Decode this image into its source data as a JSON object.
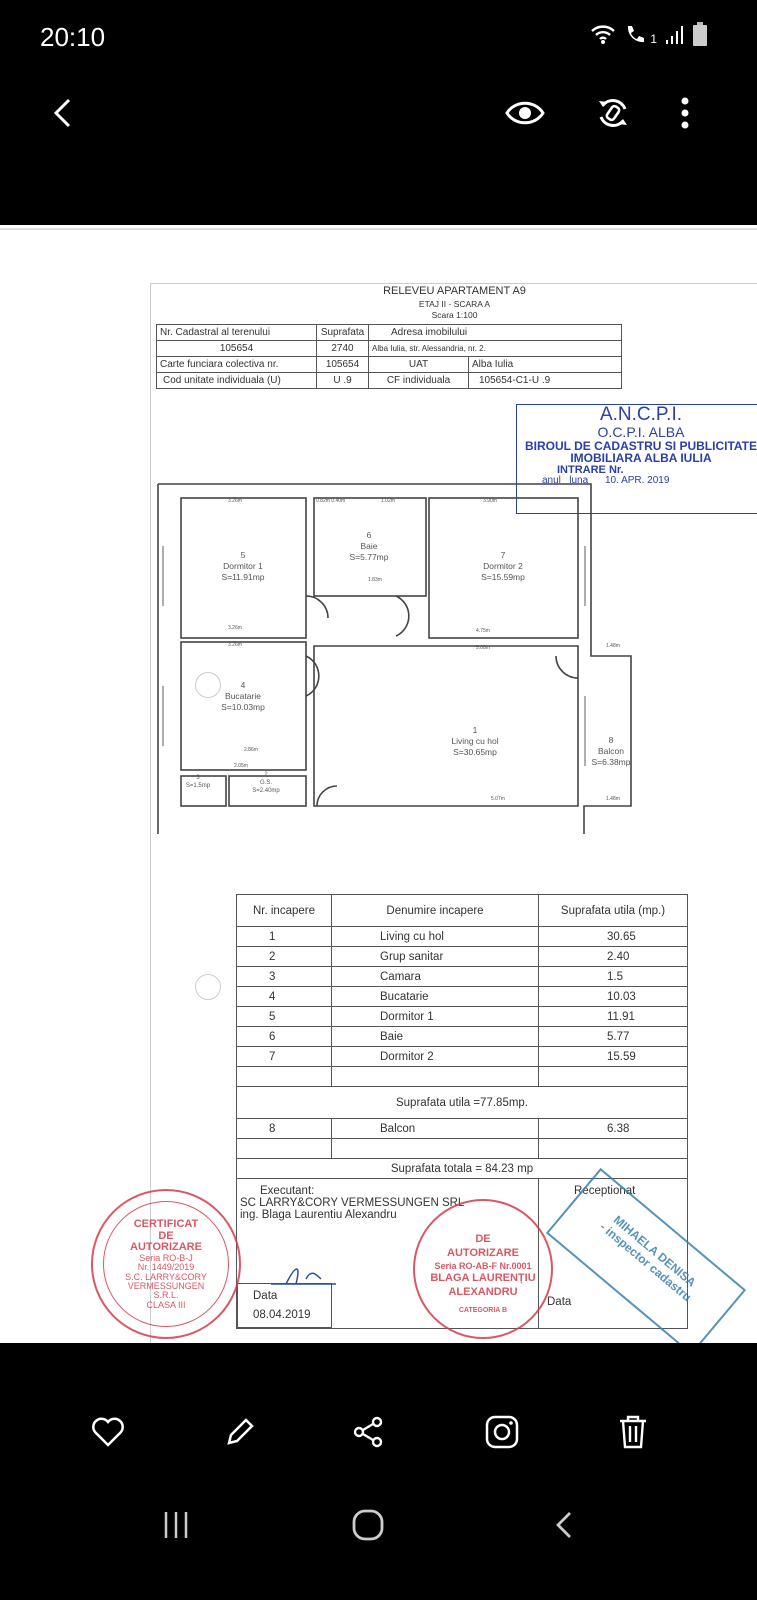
{
  "status_bar": {
    "time": "20:10",
    "sim_slot": "1"
  },
  "top_bar": {
    "icons": [
      "back-arrow-icon",
      "eye-icon",
      "rotate-icon",
      "more-vertical-icon"
    ]
  },
  "document": {
    "title": "RELEVEU  APARTAMENT A9",
    "subtitle": "ETAJ II - SCARA A",
    "scale": "Scara 1:100",
    "info_table": [
      [
        "Nr. Cadastral al terenului",
        "Suprafata",
        "Adresa imobilului",
        ""
      ],
      [
        "105654",
        "2740",
        "Alba Iulia, str. Alessandria, nr. 2.",
        ""
      ],
      [
        "Carte funciara colectiva nr.",
        "105654",
        "UAT",
        "Alba Iulia"
      ],
      [
        "Cod unitate individuala (U)",
        "U .9",
        "CF individuala",
        "105654-C1-U .9"
      ]
    ],
    "ancpi_stamp": {
      "l1": "A.N.C.P.I.",
      "l2": "O.C.P.I.  ALBA",
      "l3": "BIROUL DE CADASTRU SI PUBLICITATE",
      "l4": "IMOBILIARA ALBA IULIA",
      "l5": "INTRARE Nr.",
      "l6": "anul",
      "l7": "luna",
      "date": "10. APR. 2019",
      "color": "#2a3fa8"
    },
    "plan_rooms": [
      {
        "num": "5",
        "name": "Dormitor 1",
        "area": "S=11.91mp"
      },
      {
        "num": "6",
        "name": "Baie",
        "area": "S=5.77mp"
      },
      {
        "num": "7",
        "name": "Dormitor 2",
        "area": "S=15.59mp"
      },
      {
        "num": "4",
        "name": "Bucatarie",
        "area": "S=10.03mp"
      },
      {
        "num": "1",
        "name": "Living cu hol",
        "area": "S=30.65mp"
      },
      {
        "num": "8",
        "name": "Balcon",
        "area": "S=6.38mp"
      },
      {
        "num": "3",
        "name": "",
        "area": "S=1.5mp"
      },
      {
        "num": "2",
        "name": "G.S.",
        "area": "S=2.40mp"
      }
    ],
    "plan_dims": [
      "3.26m",
      "0.82m 0.40m",
      "1.02m",
      "3.90m",
      "3.26m",
      "3.26m",
      "4.75m",
      "5.08m",
      "2.86m",
      "2.05m",
      "5.07m",
      "1.48m",
      "1.48m",
      "1.83m"
    ],
    "room_table": {
      "headers": [
        "Nr. incapere",
        "Denumire incapere",
        "Suprafata utila (mp.)"
      ],
      "rows": [
        [
          "1",
          "Living cu hol",
          "30.65"
        ],
        [
          "2",
          "Grup sanitar",
          "2.40"
        ],
        [
          "3",
          "Camara",
          "1.5"
        ],
        [
          "4",
          "Bucatarie",
          "10.03"
        ],
        [
          "5",
          "Dormitor 1",
          "11.91"
        ],
        [
          "6",
          "Baie",
          "5.77"
        ],
        [
          "7",
          "Dormitor 2",
          "15.59"
        ]
      ],
      "useful_total": "Suprafata utila =77.85mp.",
      "balcony": [
        "8",
        "Balcon",
        "6.38"
      ],
      "grand_total": "Suprafata totala = 84.23 mp",
      "executant_label": "Executant:",
      "executant_company": "SC LARRY&CORY  VERMESSUNGEN SRL",
      "executant_person": "ing. Blaga Laurentiu Alexandru",
      "receptionat_label": "Receptionat",
      "date_label": "Data",
      "date_value": "08.04.2019",
      "date_label_right": "Data"
    },
    "red_stamp_left": {
      "l1": "CERTIFICAT",
      "l2": "DE",
      "l3": "AUTORIZARE",
      "l4": "Seria RO-B-J",
      "l5": "Nr. 1449/2019",
      "l6": "S.C. LARRY&CORY",
      "l7": "VERMESSUNGEN",
      "l8": "S.R.L.",
      "l9": "CLASA III",
      "color": "#d43a4a"
    },
    "red_stamp_center": {
      "l1": "DE",
      "l2": "AUTORIZARE",
      "l3": "Seria RO-AB-F Nr.0001",
      "l4": "BLAGA LAURENȚIU",
      "l5": "ALEXANDRU",
      "l6": "CATEGORIA B",
      "color": "#d43a4a"
    },
    "blue_stamp": {
      "l1": "MIHAELA DENISA",
      "l2": "- inspector cadastru",
      "color": "#3a7fb0"
    }
  },
  "bottom_toolbar": {
    "icons": [
      "heart-icon",
      "edit-pencil-icon",
      "share-icon",
      "instagram-icon",
      "delete-trash-icon"
    ]
  },
  "nav_bar": {
    "icons": [
      "recent-apps-icon",
      "home-icon",
      "back-icon"
    ]
  }
}
